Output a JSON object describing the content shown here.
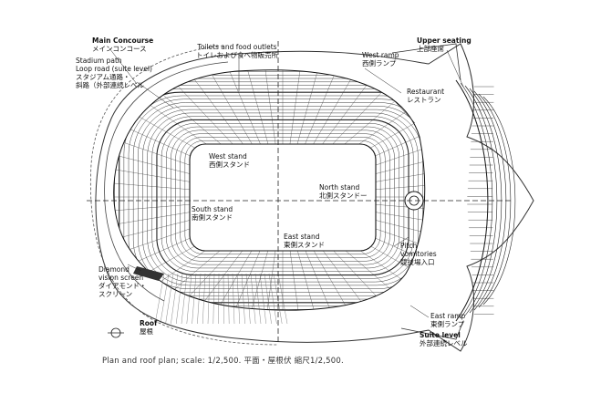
{
  "labels": {
    "main_concourse": {
      "en": "Main Concourse",
      "ja": "メインコンコース"
    },
    "stadium_path": {
      "en1": "Stadium path",
      "en2": "Loop road (suite level)",
      "ja1": "スタジアム通路・",
      "ja2": "斜路（外部連続レベル"
    },
    "toilets": {
      "en": "Toilets and food outlets",
      "ja": "トイレおよび食べ物販売所"
    },
    "upper_seating": {
      "en": "Upper seating",
      "ja": "上部座席"
    },
    "west_ramp": {
      "en": "West ramp",
      "ja": "西側ランプ"
    },
    "restaurant": {
      "en": "Restaurant",
      "ja": "レストラン"
    },
    "west_stand": {
      "en": "West stand",
      "ja": "西側スタンド"
    },
    "north_stand": {
      "en": "North stand",
      "ja": "北側スタンドー"
    },
    "south_stand": {
      "en": "South stand",
      "ja": "南側スタンド"
    },
    "east_stand": {
      "en": "East stand",
      "ja": "東側スタンド"
    },
    "pitch_vomitories": {
      "en": "Pitch",
      "en2": "vomitories",
      "ja": "競技場入口"
    },
    "diamond_vision": {
      "en1": "Diamond",
      "en2": "vision screen",
      "ja1": "ダイアモンド・",
      "ja2": "スクリーン"
    },
    "roof": {
      "en": "Roof",
      "ja": "屋根"
    },
    "east_ramp": {
      "en": "East ramp",
      "ja": "東側ランプ"
    },
    "suite_level": {
      "en": "Suite level",
      "ja": "外部連続レベル"
    }
  },
  "caption": "Plan and roof plan; scale: 1/2,500.   平面・屋根伏    縮尺1/2,500."
}
